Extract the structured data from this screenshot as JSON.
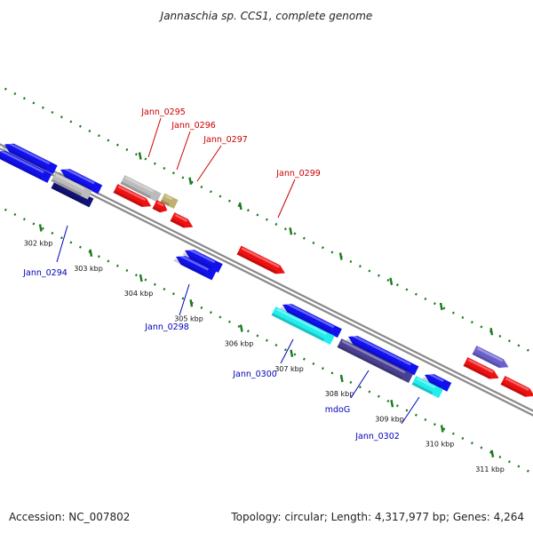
{
  "title": "Jannaschia sp. CCS1, complete genome",
  "footer": {
    "accession": "Accession: NC_007802",
    "topology": "Topology: circular; Length: 4,317,977 bp; Genes: 4,264"
  },
  "colors": {
    "forward_label": "#cc0000",
    "reverse_label": "#0000bb",
    "backbone": "#8a8a8a",
    "tick": "#1a7a1a",
    "red": "#ee1111",
    "blue": "#1111ee",
    "navy": "#111177",
    "gray": "#bbbbbb",
    "tan": "#bfb070",
    "cyan": "#22eeee",
    "slateblue": "#4a4090",
    "lavender": "#6a60cc"
  },
  "ticks": [
    {
      "label": "302 kbp",
      "kbp": 302
    },
    {
      "label": "303 kbp",
      "kbp": 303
    },
    {
      "label": "304 kbp",
      "kbp": 304
    },
    {
      "label": "305 kbp",
      "kbp": 305
    },
    {
      "label": "306 kbp",
      "kbp": 306
    },
    {
      "label": "307 kbp",
      "kbp": 307
    },
    {
      "label": "308 kbp",
      "kbp": 308
    },
    {
      "label": "309 kbp",
      "kbp": 309
    },
    {
      "label": "310 kbp",
      "kbp": 310
    },
    {
      "label": "311 kbp",
      "kbp": 311
    }
  ],
  "gene_labels": [
    {
      "name": "Jann_0295",
      "strand": "forward"
    },
    {
      "name": "Jann_0296",
      "strand": "forward"
    },
    {
      "name": "Jann_0297",
      "strand": "forward"
    },
    {
      "name": "Jann_0299",
      "strand": "forward"
    },
    {
      "name": "Jann_0294",
      "strand": "reverse"
    },
    {
      "name": "Jann_0298",
      "strand": "reverse"
    },
    {
      "name": "Jann_0300",
      "strand": "reverse"
    },
    {
      "name": "mdoG",
      "strand": "reverse"
    },
    {
      "name": "Jann_0302",
      "strand": "reverse"
    }
  ]
}
